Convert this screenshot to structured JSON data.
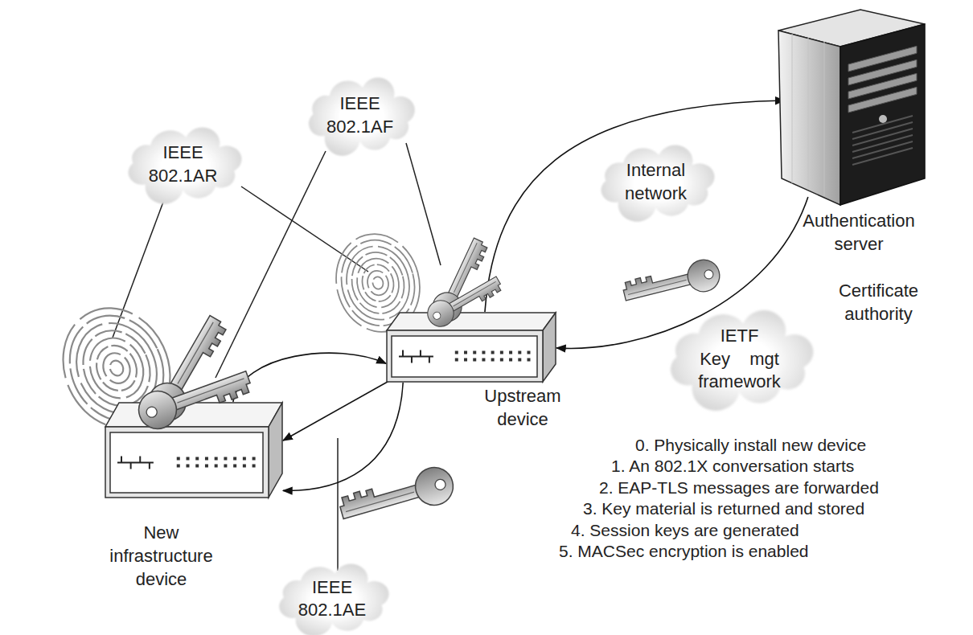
{
  "diagram": {
    "nodes": [
      {
        "text": [
          "IEEE 802.1AR"
        ]
      },
      {
        "text": [
          "IEEE 802.1AF"
        ]
      },
      {
        "text": [
          "Internal network"
        ]
      },
      {
        "text": [
          "Authentication server"
        ]
      },
      {
        "text": [
          "Upstream device"
        ]
      },
      {
        "text": [
          "IETF Key mgt framework"
        ]
      },
      {
        "text": [
          "New infrastructure device"
        ]
      },
      {
        "text": [
          "IEEE 802.1AE"
        ]
      }
    ],
    "edges": [
      {
        "from": 4,
        "to": 3,
        "arrow": "to"
      },
      {
        "from": 3,
        "to": 4,
        "arrow": "to"
      },
      {
        "from": 6,
        "to": 4,
        "arrow": "to"
      },
      {
        "from": 4,
        "to": 6,
        "arrow": "to"
      },
      {
        "from": 4,
        "to": 6,
        "arrow": "to"
      }
    ],
    "labels": [
      "Certificate authority",
      "0. Physically install new device",
      "1. An 802.1X conversation starts",
      "2. EAP-TLS messages are forwarded",
      "3. Key material is returned and stored",
      "4. Session keys are generated",
      "5. MACSec encryption is enabled"
    ]
  }
}
